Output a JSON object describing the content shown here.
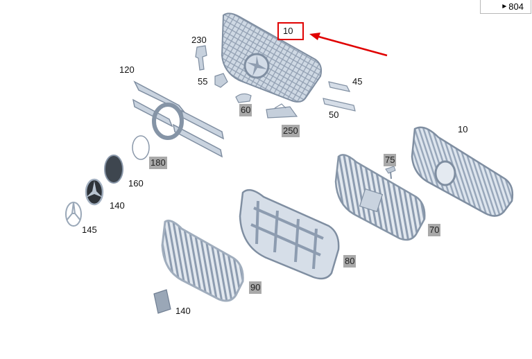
{
  "reference": {
    "arrow_icon": "right-arrow-icon",
    "text": "804"
  },
  "highlight": {
    "label": "10",
    "color": "#e00000"
  },
  "labels": {
    "l230": "230",
    "l55": "55",
    "l60": "60",
    "l250": "250",
    "l45": "45",
    "l50": "50",
    "l120": "120",
    "l180": "180",
    "l160": "160",
    "l140a": "140",
    "l145": "145",
    "l10b": "10",
    "l75": "75",
    "l70": "70",
    "l80": "80",
    "l90": "90",
    "l140b": "140"
  },
  "colors": {
    "part_fill": "#c9d4e0",
    "part_stroke": "#8594a6",
    "label_shade": "#a9a9a9"
  }
}
